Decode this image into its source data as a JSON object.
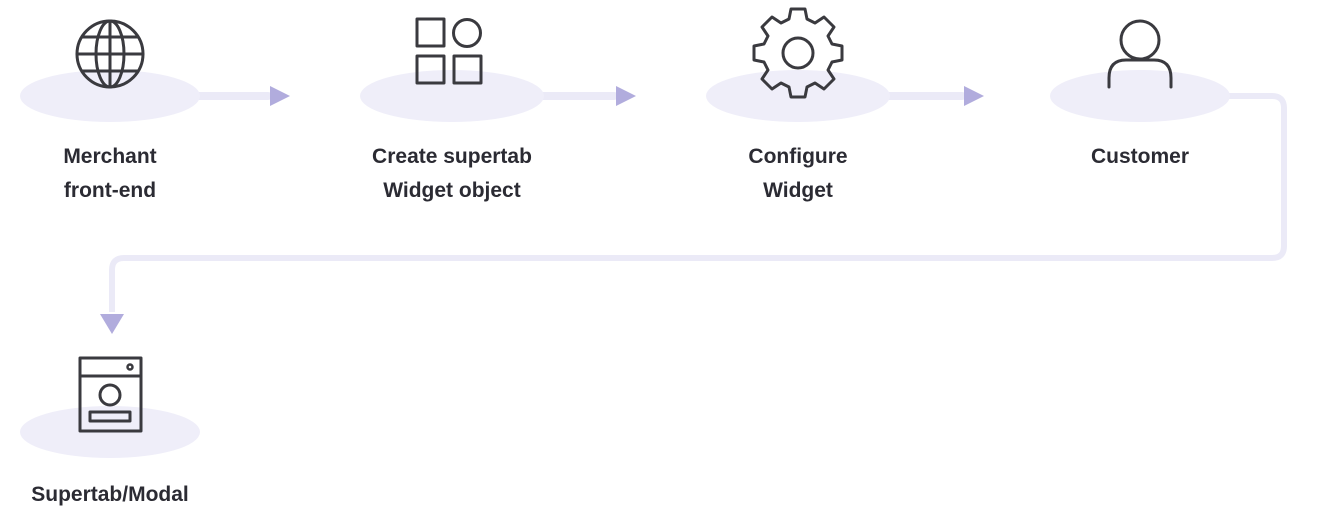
{
  "diagram": {
    "type": "flowchart",
    "colors": {
      "ellipse": "#efeef9",
      "connector": "#ebeaf7",
      "arrow": "#b1acdd",
      "icon_stroke": "#3a3a3f",
      "label": "#2b2b33"
    },
    "nodes": [
      {
        "id": "merchant",
        "icon": "globe-icon",
        "label_lines": [
          "Merchant",
          "front-end"
        ]
      },
      {
        "id": "create-widget",
        "icon": "widget-grid-icon",
        "label_lines": [
          "Create supertab",
          "Widget object"
        ]
      },
      {
        "id": "configure",
        "icon": "gear-icon",
        "label_lines": [
          "Configure",
          "Widget"
        ]
      },
      {
        "id": "customer",
        "icon": "user-icon",
        "label_lines": [
          "Customer"
        ]
      },
      {
        "id": "modal",
        "icon": "modal-window-icon",
        "label_lines": [
          "Supertab/Modal"
        ]
      }
    ],
    "edges": [
      {
        "from": "merchant",
        "to": "create-widget"
      },
      {
        "from": "create-widget",
        "to": "configure"
      },
      {
        "from": "configure",
        "to": "customer"
      },
      {
        "from": "customer",
        "to": "modal"
      }
    ]
  }
}
